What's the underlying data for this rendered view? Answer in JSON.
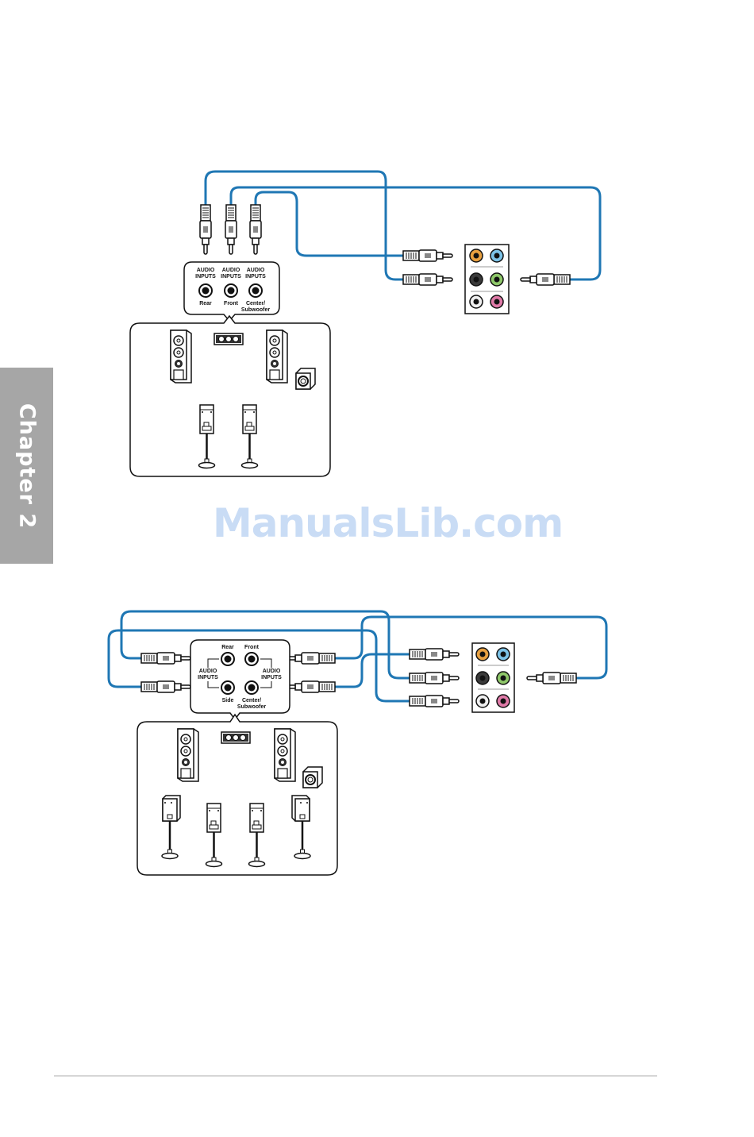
{
  "page": {
    "chapter_tab": "Chapter 2",
    "watermark": "ManualsLib.com"
  },
  "colors": {
    "cable": "#1f77b4",
    "jack_orange": "#e8a040",
    "jack_blue": "#7cc3e8",
    "jack_black": "#3a3a3a",
    "jack_green": "#8fc86a",
    "jack_white": "#f0f0f0",
    "jack_pink": "#e07aa8",
    "chapter_tab_bg": "#a6a6a6",
    "watermark": "#c9dcf5"
  },
  "diagram_1": {
    "title": "6-channel speaker configuration",
    "receiver_labels": {
      "input_1": {
        "top": "AUDIO",
        "mid": "INPUTS",
        "bottom": "Rear"
      },
      "input_2": {
        "top": "AUDIO",
        "mid": "INPUTS",
        "bottom": "Front"
      },
      "input_3": {
        "top": "AUDIO",
        "mid": "INPUTS",
        "bottom_1": "Center/",
        "bottom_2": "Subwoofer"
      }
    },
    "speakers": [
      "front-left",
      "center",
      "front-right",
      "subwoofer",
      "rear-left",
      "rear-right"
    ]
  },
  "diagram_2": {
    "title": "8-channel speaker configuration",
    "receiver_labels": {
      "rear": "Rear",
      "front": "Front",
      "side": "Side",
      "center_1": "Center/",
      "center_2": "Subwoofer",
      "left_audio": "AUDIO",
      "left_inputs": "INPUTS",
      "right_audio": "AUDIO",
      "right_inputs": "INPUTS"
    },
    "speakers": [
      "front-left",
      "center",
      "front-right",
      "subwoofer",
      "side-left",
      "rear-left",
      "rear-right",
      "side-right"
    ]
  },
  "io_panel_jacks": [
    "orange",
    "blue",
    "black",
    "green",
    "white",
    "pink"
  ]
}
